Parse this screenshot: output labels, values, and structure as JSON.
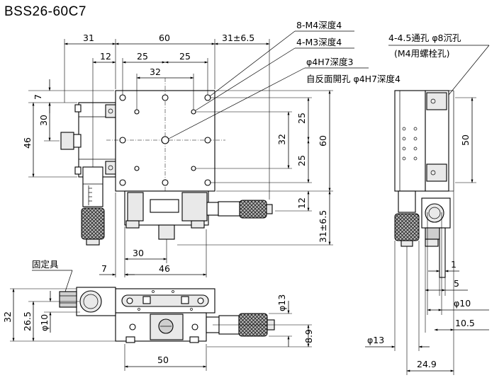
{
  "title": "BSS26-60C7",
  "callouts": {
    "m4_tap": "8-M4深度4",
    "m3_tap": "4-M3深度4",
    "pin_hole": "φ4H7深度3",
    "back_hole": "自反面開孔 φ4H7深度4",
    "through_hole": "4-4.5通孔 φ8沉孔",
    "through_hole_note": "(M4用螺栓孔)",
    "fixing_part": "固定具"
  },
  "top_view": {
    "dim_31": "31",
    "dim_60": "60",
    "dim_31_pm": "31±6.5",
    "dim_12": "12",
    "dim_25a": "25",
    "dim_25b": "25",
    "dim_32": "32",
    "dim_7": "7",
    "dim_30": "30",
    "dim_46": "46",
    "dim_r32": "32",
    "dim_r25a": "25",
    "dim_r25b": "25",
    "dim_r60": "60",
    "dim_r12": "12",
    "dim_r31_pm": "31±6.5",
    "dim_b30": "30",
    "dim_b7": "7",
    "dim_b46": "46"
  },
  "front_view": {
    "dim_32": "32",
    "dim_26_5": "26.5",
    "dim_phi10": "φ10",
    "dim_phi13": "φ13",
    "dim_8_9": "8.9",
    "dim_50": "50"
  },
  "side_view": {
    "dim_50": "50",
    "dim_1": "1",
    "dim_5": "5",
    "dim_phi10": "φ10",
    "dim_10_5": "10.5",
    "dim_phi13": "φ13",
    "dim_24_9": "24.9"
  }
}
